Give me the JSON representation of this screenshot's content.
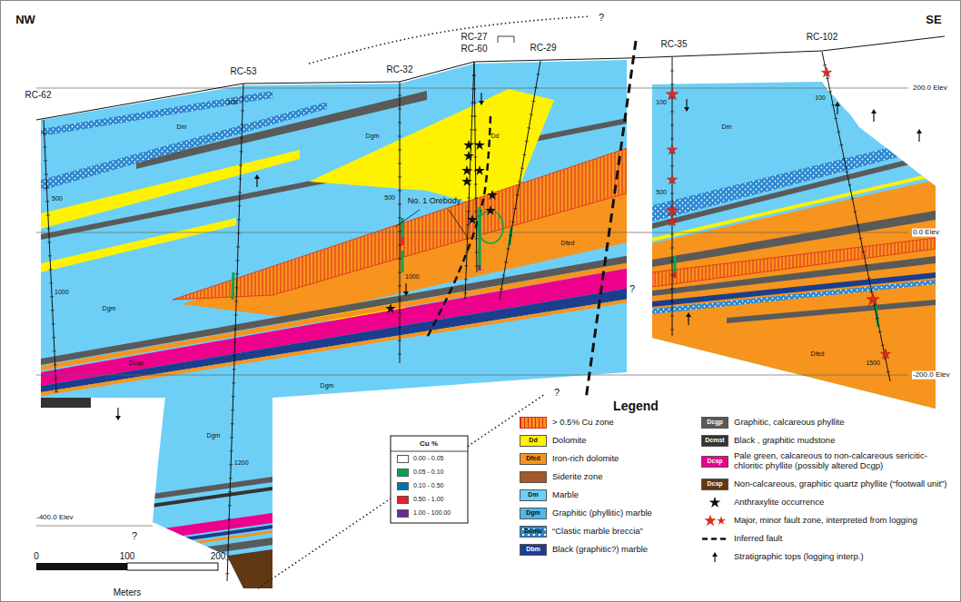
{
  "diagram": {
    "labels": [
      "NW",
      "SE",
      "RC-62",
      "RC-53",
      "RC-32",
      "RC-27",
      "RC-60",
      "RC-29",
      "RC-35",
      "RC-102",
      "200.0 Elev",
      "0.0 Elev",
      "-200.0 Elev",
      "-400.0 Elev",
      "?",
      "?",
      "?",
      "?",
      "No. 1 Orebody",
      "100",
      "500",
      "1000",
      "1200",
      "500",
      "1000",
      "100",
      "500",
      "100",
      "1500",
      "Dm",
      "Dgm",
      "Dd",
      "Dfed",
      "Dgm",
      "Dcsp",
      "Dgm",
      "Dm",
      "Dfed",
      "Dgm",
      "0",
      "100",
      "200",
      "Meters",
      "Legend",
      "Cu %",
      "Dd",
      "Dfed",
      "Dm",
      "Dgm",
      "Dcmb",
      "Dbm",
      "Dcgp",
      "Dcmst",
      "Dcsp",
      "Dcsp"
    ],
    "legend": [
      {
        "text": "> 0.5% Cu zone"
      },
      {
        "text": "Dolomite",
        "color": "#fff200"
      },
      {
        "text": "Iron-rich dolomite",
        "color": "#f7941d"
      },
      {
        "text": "Siderite zone",
        "color": "#a05a2c"
      },
      {
        "text": "Marble",
        "color": "#6dcff6"
      },
      {
        "text": "Graphitic (phyllitic) marble",
        "color": "#4db8ec"
      },
      {
        "text": "“Clastic marble breccia”",
        "color": "#2a88d2"
      },
      {
        "text": "Black (graphitic?) marble",
        "color": "#1b3e8f"
      },
      {
        "text": "Graphitic, calcareous phyllite",
        "color": "#5a5a5a"
      },
      {
        "text": "Black , graphitic mudstone",
        "color": "#333333"
      },
      {
        "text": "Pale green, calcareous to non-calcareous sericitic-chloritic phyllite (possibly altered Dcgp)",
        "color": "#ec008c"
      },
      {
        "text": "Non-calcareous, graphitic quartz phyllite (“footwall unit”)",
        "color": "#603813"
      },
      {
        "text": "Anthraxylite occurrence"
      },
      {
        "text": "Major, minor fault zone, interpreted from logging"
      },
      {
        "text": "Inferred fault"
      },
      {
        "text": "Stratigraphic tops (logging interp.)"
      },
      {
        "text": "0.00 - 0.05",
        "color": "#ffffff"
      },
      {
        "text": "0.05 - 0.10",
        "color": "#00a651"
      },
      {
        "text": "0.10 - 0.50",
        "color": "#0072bc"
      },
      {
        "text": "0.50 - 1.00",
        "color": "#ed1c24"
      },
      {
        "text": "1.00 - 100.00",
        "color": "#662d91"
      }
    ]
  }
}
